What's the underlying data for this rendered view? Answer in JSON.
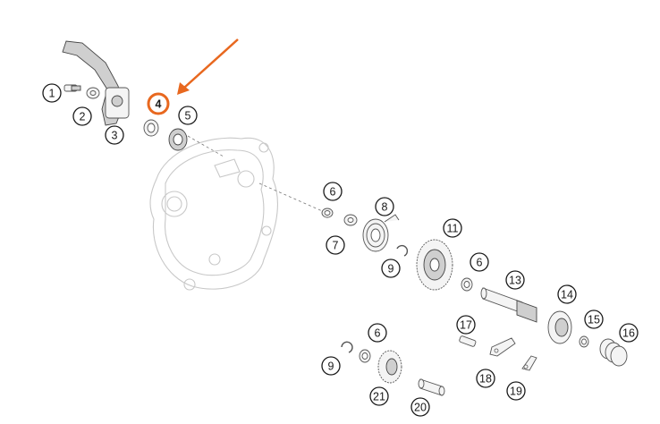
{
  "accent_color": "#e8681f",
  "highlighted_callout": "4",
  "callouts": [
    {
      "label": "1"
    },
    {
      "label": "2"
    },
    {
      "label": "3"
    },
    {
      "label": "4"
    },
    {
      "label": "5"
    },
    {
      "label": "6"
    },
    {
      "label": "7"
    },
    {
      "label": "8"
    },
    {
      "label": "9"
    },
    {
      "label": "11"
    },
    {
      "label": "6"
    },
    {
      "label": "13"
    },
    {
      "label": "14"
    },
    {
      "label": "15"
    },
    {
      "label": "16"
    },
    {
      "label": "17"
    },
    {
      "label": "6"
    },
    {
      "label": "9"
    },
    {
      "label": "18"
    },
    {
      "label": "19"
    },
    {
      "label": "21"
    },
    {
      "label": "20"
    },
    {
      "label": "9"
    }
  ]
}
